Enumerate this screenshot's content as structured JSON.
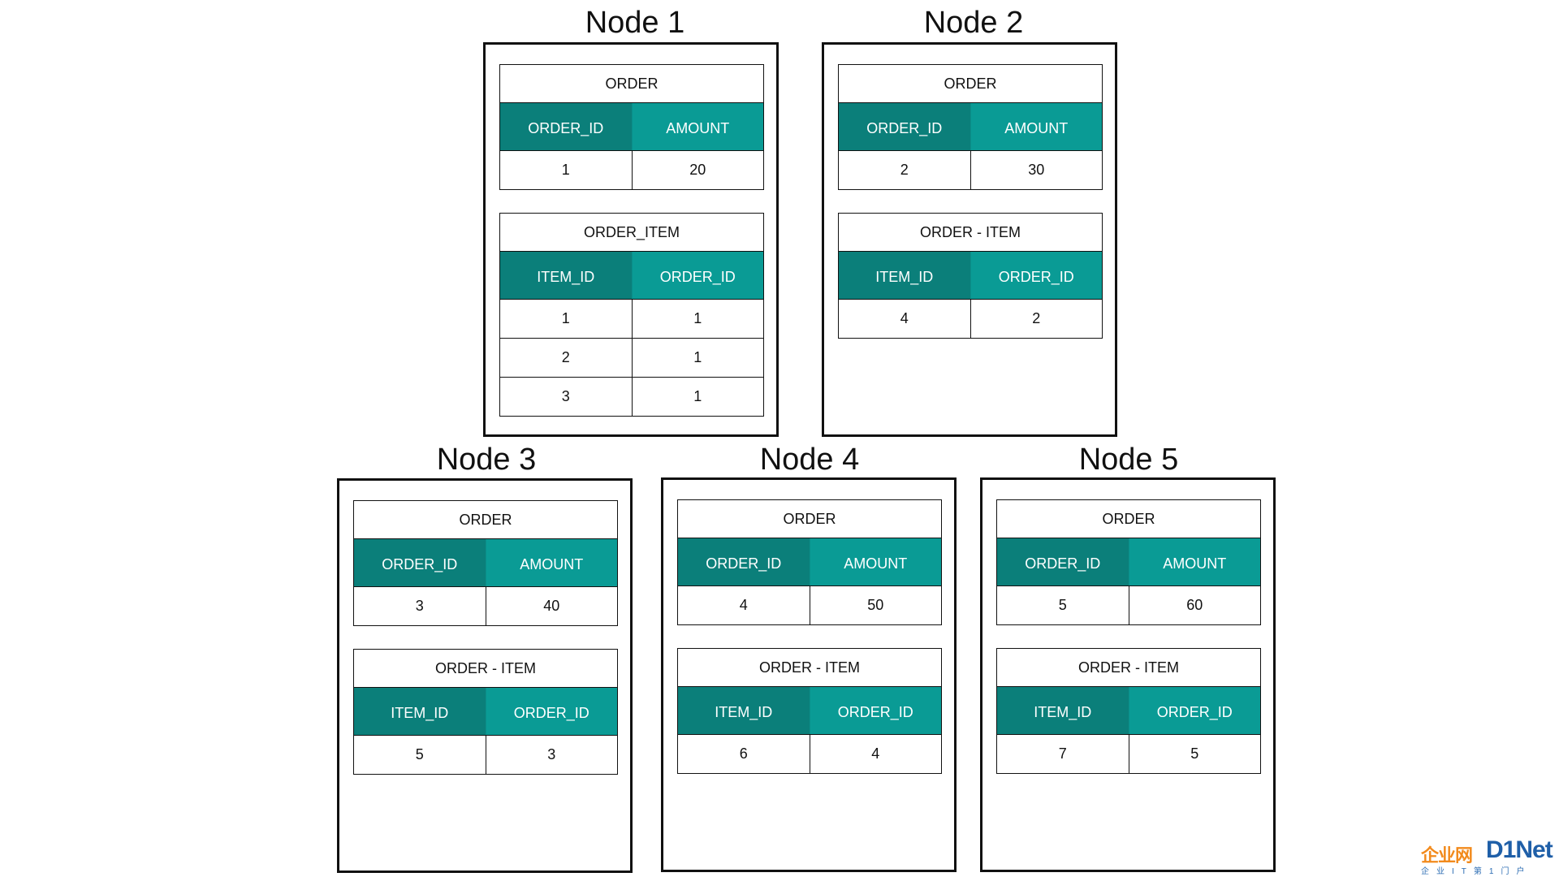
{
  "nodes": [
    {
      "title": "Node 1",
      "order": {
        "title": "ORDER",
        "headers": [
          "ORDER_ID",
          "AMOUNT"
        ],
        "rows": [
          [
            "1",
            "20"
          ]
        ]
      },
      "order_item": {
        "title": "ORDER_ITEM",
        "headers": [
          "ITEM_ID",
          "ORDER_ID"
        ],
        "rows": [
          [
            "1",
            "1"
          ],
          [
            "2",
            "1"
          ],
          [
            "3",
            "1"
          ]
        ]
      }
    },
    {
      "title": "Node 2",
      "order": {
        "title": "ORDER",
        "headers": [
          "ORDER_ID",
          "AMOUNT"
        ],
        "rows": [
          [
            "2",
            "30"
          ]
        ]
      },
      "order_item": {
        "title": "ORDER - ITEM",
        "headers": [
          "ITEM_ID",
          "ORDER_ID"
        ],
        "rows": [
          [
            "4",
            "2"
          ]
        ]
      }
    },
    {
      "title": "Node 3",
      "order": {
        "title": "ORDER",
        "headers": [
          "ORDER_ID",
          "AMOUNT"
        ],
        "rows": [
          [
            "3",
            "40"
          ]
        ]
      },
      "order_item": {
        "title": "ORDER - ITEM",
        "headers": [
          "ITEM_ID",
          "ORDER_ID"
        ],
        "rows": [
          [
            "5",
            "3"
          ]
        ]
      }
    },
    {
      "title": "Node 4",
      "order": {
        "title": "ORDER",
        "headers": [
          "ORDER_ID",
          "AMOUNT"
        ],
        "rows": [
          [
            "4",
            "50"
          ]
        ]
      },
      "order_item": {
        "title": "ORDER - ITEM",
        "headers": [
          "ITEM_ID",
          "ORDER_ID"
        ],
        "rows": [
          [
            "6",
            "4"
          ]
        ]
      }
    },
    {
      "title": "Node 5",
      "order": {
        "title": "ORDER",
        "headers": [
          "ORDER_ID",
          "AMOUNT"
        ],
        "rows": [
          [
            "5",
            "60"
          ]
        ]
      },
      "order_item": {
        "title": "ORDER - ITEM",
        "headers": [
          "ITEM_ID",
          "ORDER_ID"
        ],
        "rows": [
          [
            "7",
            "5"
          ]
        ]
      }
    }
  ],
  "colors": {
    "header_dark": "#0b7f7a",
    "header_light": "#0a9b95",
    "border": "#111111"
  },
  "watermark": {
    "cn": "企业网",
    "en": "D1Net",
    "sub": "企业IT第1门户"
  }
}
